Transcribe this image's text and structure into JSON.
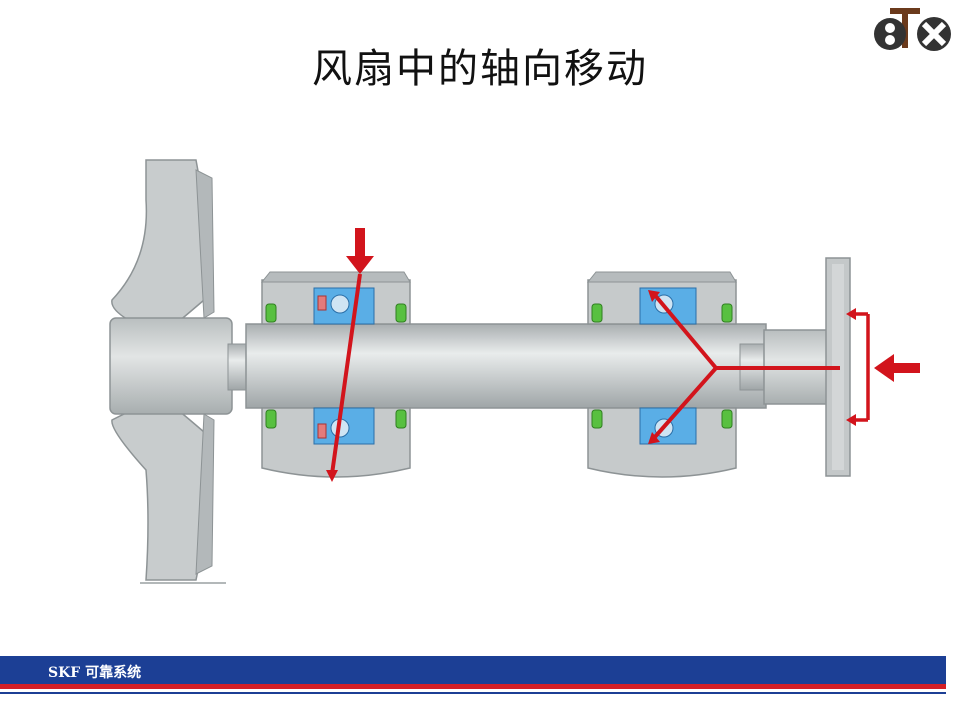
{
  "slide": {
    "title": "风扇中的轴向移动",
    "footer": "SKF 可靠系统"
  },
  "icons": [
    "company-logo",
    "fan-impeller",
    "shaft",
    "bearing-housing-left",
    "bearing-housing-right",
    "coupling-flange",
    "force-arrow"
  ],
  "colors": {
    "force_arrow": "#d2141c",
    "bearing_blue": "#5aaee6",
    "seal_green": "#58c040",
    "metal": "#c8cccd",
    "footer_blue": "#1c3f95",
    "footer_red": "#d41f26"
  }
}
